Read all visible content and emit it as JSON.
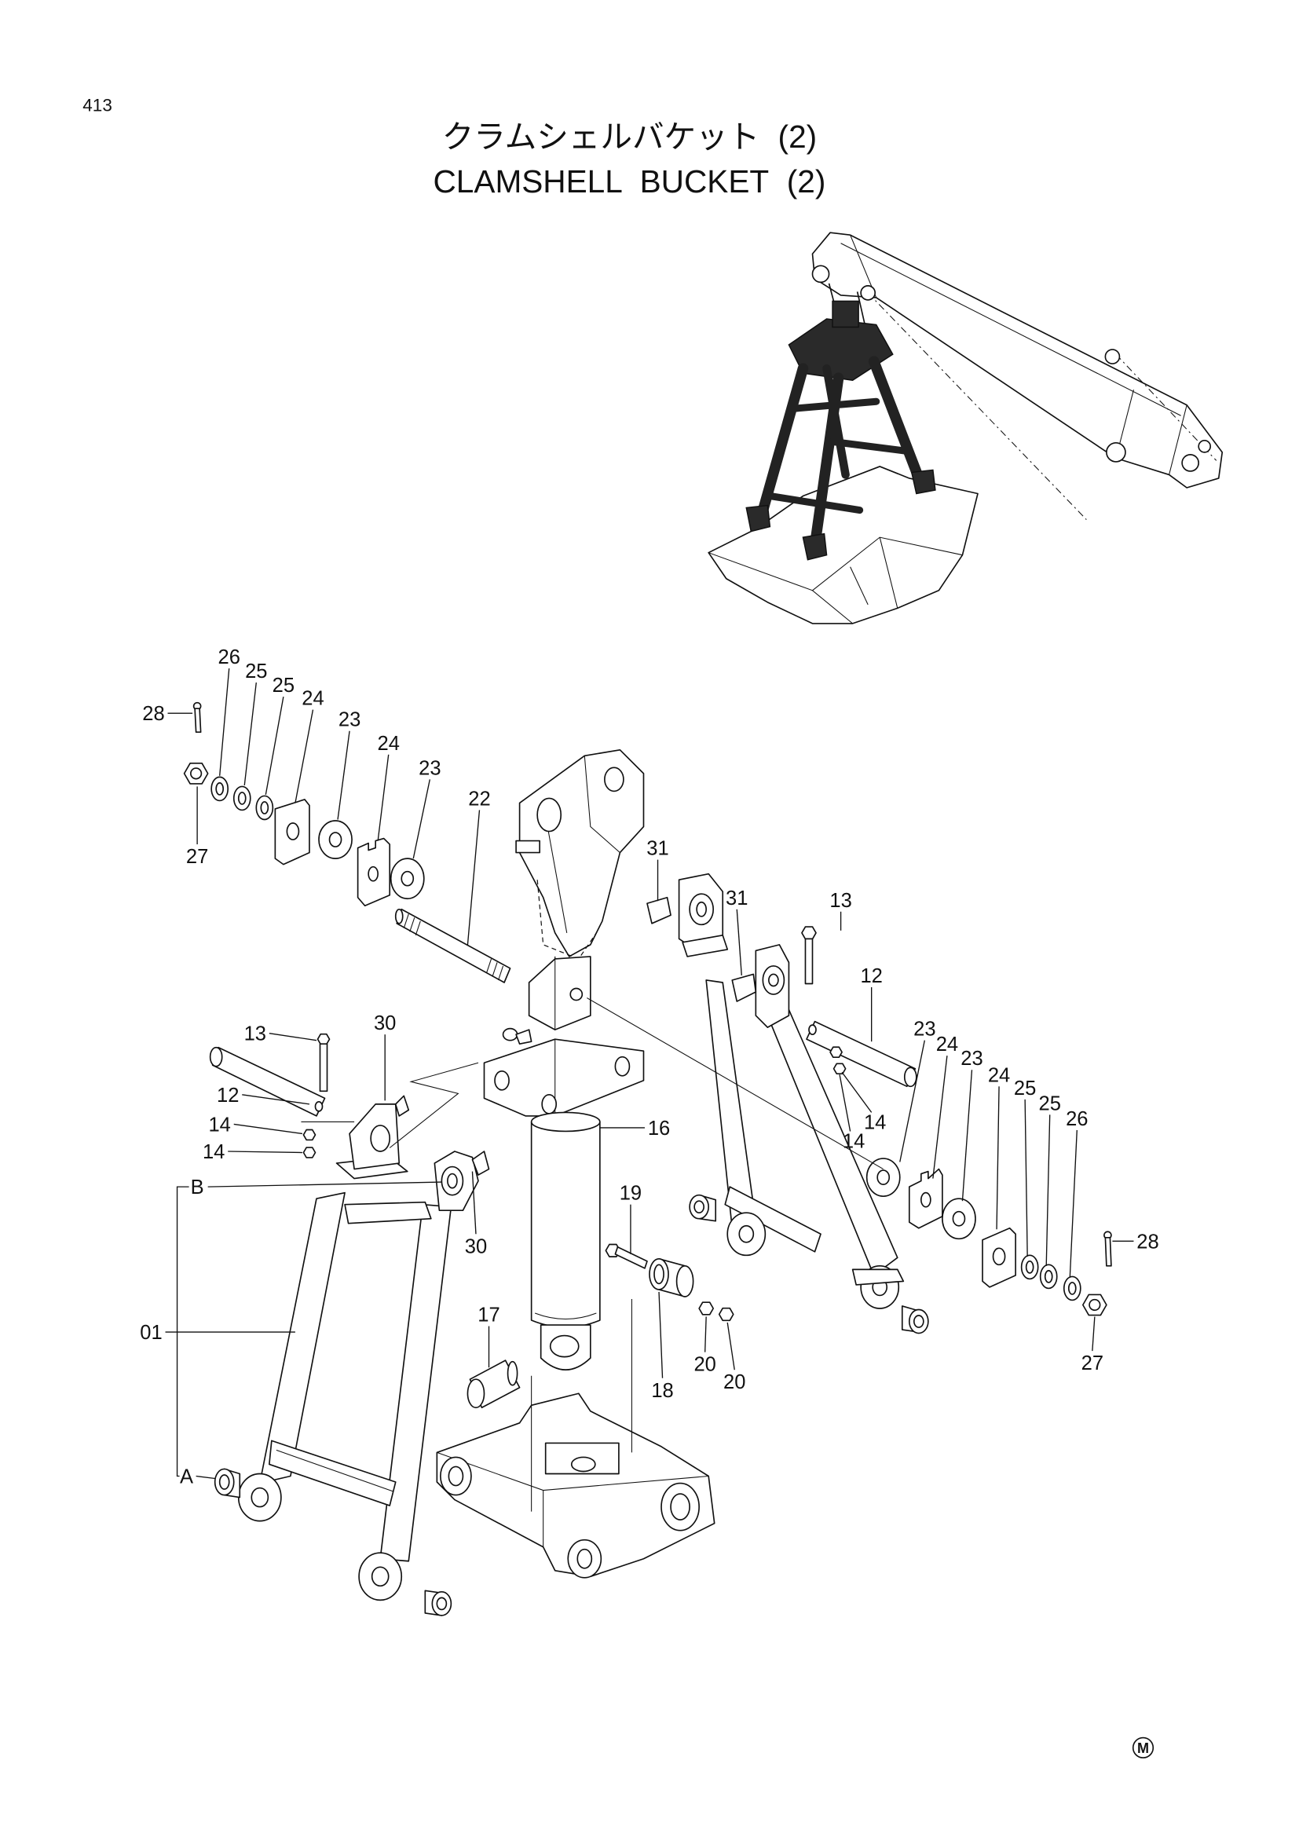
{
  "page_number": "413",
  "title_jp": "クラムシェルバケット (2)",
  "title_en": "CLAMSHELL BUCKET (2)",
  "callouts": [
    "26",
    "25",
    "25",
    "24",
    "28",
    "23",
    "24",
    "23",
    "27",
    "22",
    "31",
    "31",
    "13",
    "12",
    "13",
    "30",
    "12",
    "14",
    "14",
    "B",
    "30",
    "16",
    "23",
    "24",
    "23",
    "24",
    "25",
    "25",
    "26",
    "14",
    "14",
    "19",
    "28",
    "01",
    "17",
    "20",
    "20",
    "18",
    "27",
    "A"
  ],
  "mark": "M"
}
